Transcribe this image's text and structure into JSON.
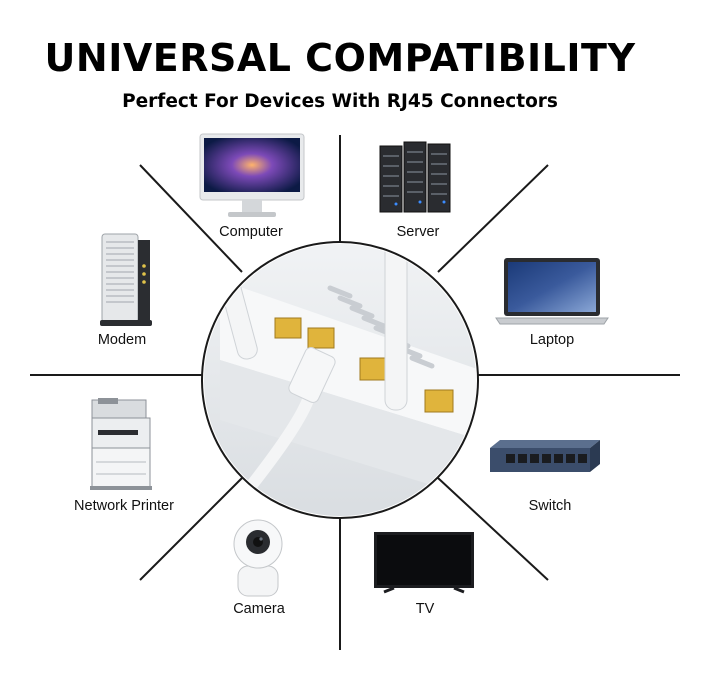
{
  "header": {
    "title": "UNIVERSAL COMPATIBILITY",
    "subtitle": "Perfect For Devices With RJ45 Connectors"
  },
  "devices": [
    {
      "label": "Computer",
      "icon": "computer-icon"
    },
    {
      "label": "Server",
      "icon": "server-icon"
    },
    {
      "label": "Modem",
      "icon": "modem-icon"
    },
    {
      "label": "Laptop",
      "icon": "laptop-icon"
    },
    {
      "label": "Network Printer",
      "icon": "printer-icon"
    },
    {
      "label": "Switch",
      "icon": "switch-icon"
    },
    {
      "label": "Camera",
      "icon": "camera-icon"
    },
    {
      "label": "TV",
      "icon": "tv-icon"
    }
  ],
  "colors": {
    "text": "#111111",
    "line": "#1a1a1a",
    "port_yellow": "#e0b43c",
    "screen_blue": "#3a5a9c"
  }
}
